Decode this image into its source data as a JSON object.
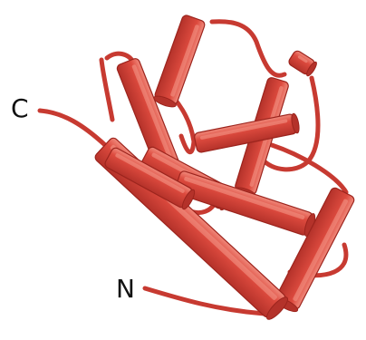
{
  "diagram": {
    "terminus_labels": {
      "c": "C",
      "n": "N"
    },
    "colors": {
      "helix_fill": "#dd4a3e",
      "helix_highlight": "#f08a7c",
      "helix_shadow": "#b4322a",
      "helix_outline": "#9c241d",
      "loop": "#c73a31",
      "background": "#ffffff",
      "label": "#111111"
    },
    "helix_count": 10
  }
}
